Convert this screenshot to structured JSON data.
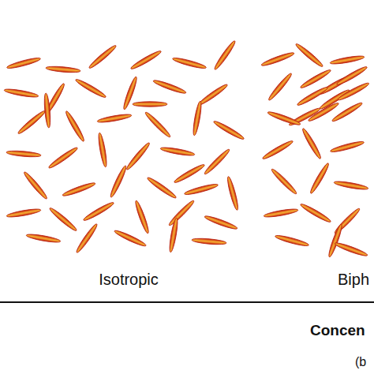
{
  "diagram": {
    "labels": [
      "Isotropic",
      "Biph",
      "Concen",
      "(b"
    ]
  }
}
